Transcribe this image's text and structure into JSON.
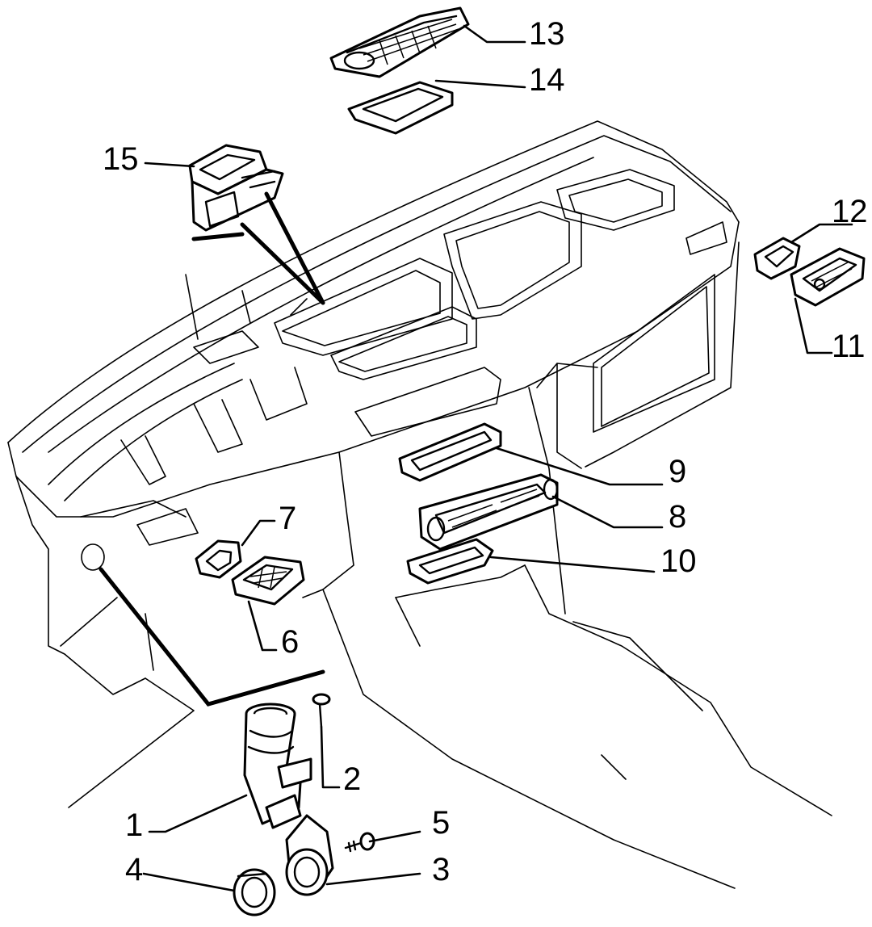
{
  "diagram": {
    "callouts": [
      {
        "id": "p1",
        "label": "1"
      },
      {
        "id": "p2",
        "label": "2"
      },
      {
        "id": "p3",
        "label": "3"
      },
      {
        "id": "p4",
        "label": "4"
      },
      {
        "id": "p5",
        "label": "5"
      },
      {
        "id": "p6",
        "label": "6"
      },
      {
        "id": "p7",
        "label": "7"
      },
      {
        "id": "p8",
        "label": "8"
      },
      {
        "id": "p9",
        "label": "9"
      },
      {
        "id": "p10",
        "label": "10"
      },
      {
        "id": "p11",
        "label": "11"
      },
      {
        "id": "p12",
        "label": "12"
      },
      {
        "id": "p13",
        "label": "13"
      },
      {
        "id": "p14",
        "label": "14"
      },
      {
        "id": "p15",
        "label": "15"
      }
    ]
  }
}
